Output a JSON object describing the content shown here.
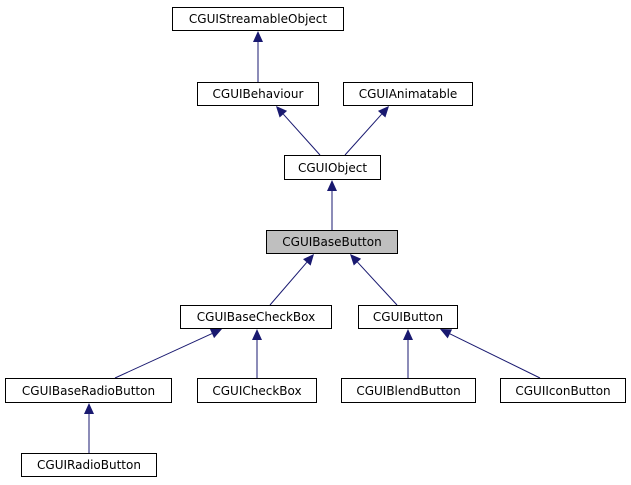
{
  "diagram": {
    "current": "CGUIBaseButton",
    "colors": {
      "edge": "#191970",
      "current_fill": "#bfbfbf"
    },
    "nodes": [
      {
        "id": "streamable",
        "label": "CGUIStreamableObject"
      },
      {
        "id": "behaviour",
        "label": "CGUIBehaviour"
      },
      {
        "id": "animatable",
        "label": "CGUIAnimatable"
      },
      {
        "id": "object",
        "label": "CGUIObject"
      },
      {
        "id": "basebutton",
        "label": "CGUIBaseButton"
      },
      {
        "id": "basecheckbox",
        "label": "CGUIBaseCheckBox"
      },
      {
        "id": "button",
        "label": "CGUIButton"
      },
      {
        "id": "baseradiobutton",
        "label": "CGUIBaseRadioButton"
      },
      {
        "id": "checkbox",
        "label": "CGUICheckBox"
      },
      {
        "id": "blendbutton",
        "label": "CGUIBlendButton"
      },
      {
        "id": "iconbutton",
        "label": "CGUIIconButton"
      },
      {
        "id": "radiobutton",
        "label": "CGUIRadioButton"
      }
    ],
    "edges": [
      {
        "child": "behaviour",
        "parent": "streamable"
      },
      {
        "child": "object",
        "parent": "behaviour"
      },
      {
        "child": "object",
        "parent": "animatable"
      },
      {
        "child": "basebutton",
        "parent": "object"
      },
      {
        "child": "basecheckbox",
        "parent": "basebutton"
      },
      {
        "child": "button",
        "parent": "basebutton"
      },
      {
        "child": "baseradiobutton",
        "parent": "basecheckbox"
      },
      {
        "child": "checkbox",
        "parent": "basecheckbox"
      },
      {
        "child": "blendbutton",
        "parent": "button"
      },
      {
        "child": "iconbutton",
        "parent": "button"
      },
      {
        "child": "radiobutton",
        "parent": "baseradiobutton"
      }
    ]
  }
}
